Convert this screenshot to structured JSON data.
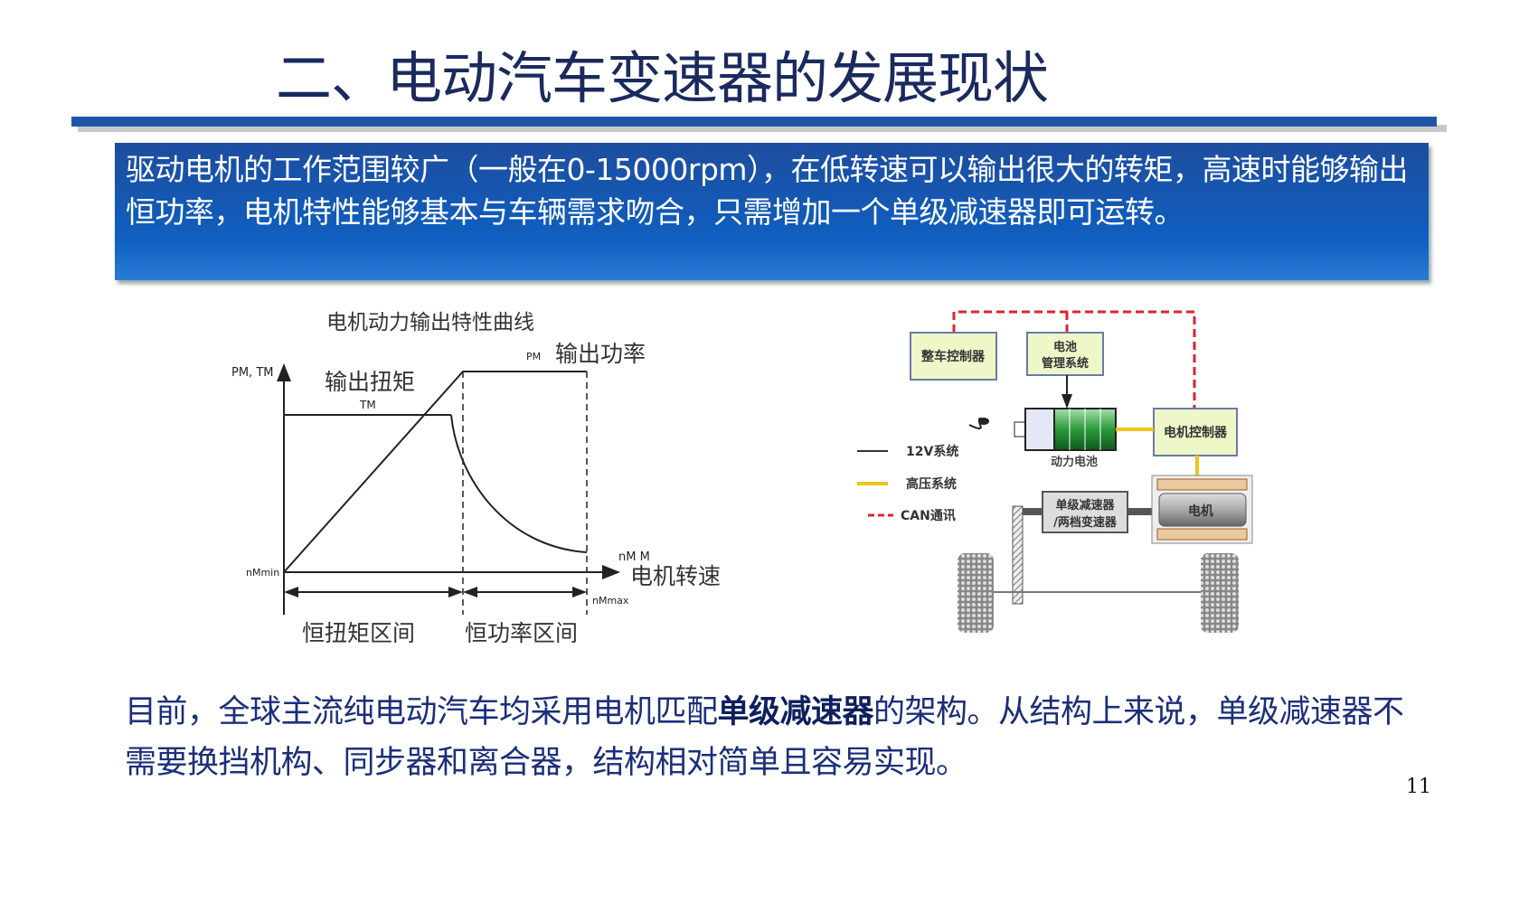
{
  "title": "二、电动汽车变速器的发展现状",
  "intro": "驱动电机的工作范围较广（一般在0-15000rpm），在低转速可以输出很大的转矩，高速时能够输出恒功率，电机特性能够基本与车辆需求吻合，只需增加一个单级减速器即可运转。",
  "curve": {
    "title": "电机动力输出特性曲线",
    "y_axis": "PM, TM",
    "torque_label": "输出扭矩",
    "tm": "TM",
    "pm": "PM",
    "power_label": "输出功率",
    "x_axis": "电机转速",
    "n_mm": "nM M",
    "n_min": "nMmin",
    "n_max": "nMmax",
    "region1": "恒扭矩区间",
    "region2": "恒功率区间"
  },
  "diagram": {
    "vcu": "整车控制器",
    "bms_1": "电池",
    "bms_2": "管理系统",
    "mcu": "电机控制器",
    "battery": "动力电池",
    "reducer_1": "单级减速器",
    "reducer_2": "/两档变速器",
    "motor": "电机",
    "legend": [
      {
        "label": "12V系统",
        "color": "#333333"
      },
      {
        "label": "高压系统",
        "color": "#f0c419"
      },
      {
        "label": "CAN通讯",
        "color": "#d9262c"
      }
    ]
  },
  "bottom": {
    "pre": "目前，全球主流纯电动汽车均采用电机匹配",
    "bold": "单级减速器",
    "post": "的架构。从结构上来说，单级减速器不需要换挡机构、同步器和离合器，结构相对简单且容易实现。"
  },
  "page_number": "11"
}
